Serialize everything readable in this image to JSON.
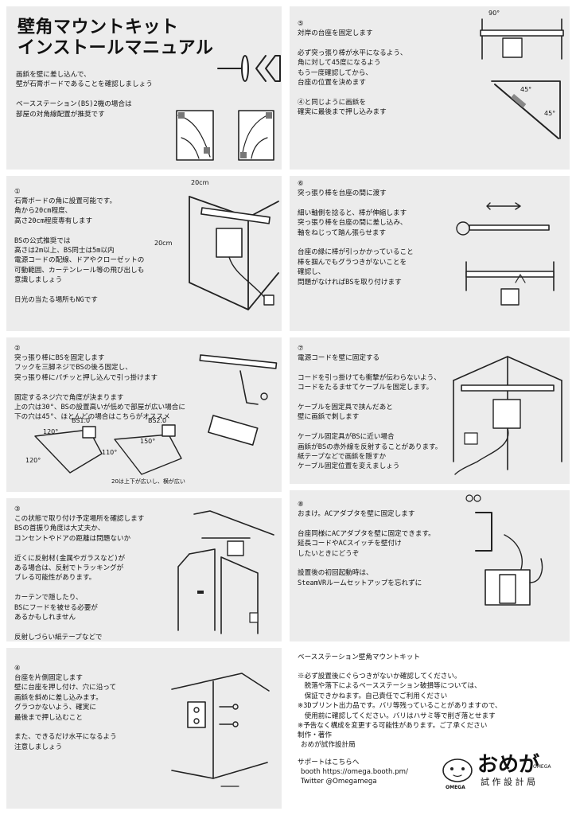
{
  "intro": {
    "title": "壁角マウントキット\nインストールマニュアル",
    "text": "画鋲を壁に差し込んで、\n壁が石膏ボードであることを確認しましょう\n\nベースステーション(BS)2機の場合は\n部屋の対角線配置が推奨です"
  },
  "steps": [
    {
      "num": "①",
      "text": "石膏ボードの角に設置可能です。\n角から20cm程度、\n高さ20cm程度専有します\n\nBSの公式推奨では\n高さは2m以上、BS同士は5m以内\n電源コードの配線、ドアやクローゼットの\n可動範囲、カーテンレール等の飛び出しも\n意識しましょう\n\n日光の当たる場所もNGです"
    },
    {
      "num": "②",
      "text": "突っ張り棒にBSを固定します\nフックを三脚ネジでBSの後ろ固定し、\n突っ張り棒にパチッと押し込んで引っ掛けます\n\n固定するネジ穴で角度が決まります\n上の穴は30°、BSの設置高いが低めで部屋が広い場合に\n下の穴は45°、ほとんどの場合はこちらがオススメ"
    },
    {
      "num": "③",
      "text": "この状態で取り付け予定場所を確認します\nBSの首振り角度は大丈夫か、\nコンセントやドアの距離は問題ないか\n\n近くに反射材(金属やガラスなど)が\nある場合は、反射でトラッキングが\nブレる可能性があります。\n\nカーテンで隠したり、\nBSにフードを被せる必要が\nあるかもしれません\n\n反射しづらい紙テープなどで\n塞いでしまうのも手です"
    },
    {
      "num": "④",
      "text": "台座を片側固定します\n壁に台座を押し付け、穴に沿って\n画鋲を斜めに差し込みます。\nグラつかないよう、確実に\n最後まで押し込むこと\n\nまた、できるだけ水平になるよう\n注意しましょう"
    },
    {
      "num": "⑤",
      "text": "対岸の台座を固定します\n\n必ず突っ張り棒が水平になるよう、\n角に対して45度になるよう\nもう一度確認してから、\n台座の位置を決めます\n\n④と同じように画鋲を\n確実に最後まで押し込みます"
    },
    {
      "num": "⑥",
      "text": "突っ張り棒を台座の間に渡す\n\n細い軸側を捻ると、棒が伸縮します\n突っ張り棒を台座の間に差し込み、\n軸をねじって踏ん張らせます\n\n台座の縁に棒が引っかかっていること\n棒を掴んでもグラつきがないことを\n確認し、\n問題がなければBSを取り付けます"
    },
    {
      "num": "⑦",
      "text": "電源コードを壁に固定する\n\nコードを引っ掛けても衝撃が伝わらないよう、\nコードをたるませてケーブルを固定します。\n\nケーブルを固定具で挟んだあと\n壁に画鋲で刺します\n\nケーブル固定具がBSに近い場合\n画鋲がBSの赤外線を反射することがあります。\n紙テープなどで画鋲を隠すか\nケーブル固定位置を変えましょう"
    },
    {
      "num": "⑧",
      "text": "おまけ。ACアダプタを壁に固定します\n\n台座同様にACアダプタを壁に固定できます。\n延長コードやACスイッチを壁付け\nしたいときにどうぞ\n\n設置後の初回起動時は、\nSteamVRルームセットアップを忘れずに"
    }
  ],
  "labels": {
    "dim_width": "20cm",
    "dim_height": "20cm",
    "bs10": "BS1.0",
    "bs20": "BS2.0",
    "angle_120a": "120°",
    "angle_120b": "120°",
    "angle_150": "150°",
    "angle_110": "110°",
    "note_range": "20は上下が広いし、横が広い",
    "angle_90": "90°",
    "angle_45a": "45°",
    "angle_45b": "45°"
  },
  "info": {
    "title": "ベースステーション壁角マウントキット",
    "notes": "※必ず設置後にぐらつきがないか確認してください。\n　脱落や落下によるベースステーション破損等については、\n　保証できかねます。自己責任でご利用ください\n※3Dプリント出力品です。バリ等残っていることがありますので、\n　使用前に確認してください。バリはハサミ等で削ぎ落とせます\n※予告なく構成を変更する可能性があります。ご了承ください",
    "credit_label": "制作・著作",
    "credit_name": "おめが試作設計局",
    "support_label": "サポートはこちらへ",
    "booth": "booth https://omega.booth.pm/",
    "twitter": "Twitter @Omegamega"
  },
  "logo": {
    "mascot_text": "OMEGA",
    "main": "おめが",
    "sub": "試 作 設 計 局",
    "tag": "OMEGA"
  }
}
